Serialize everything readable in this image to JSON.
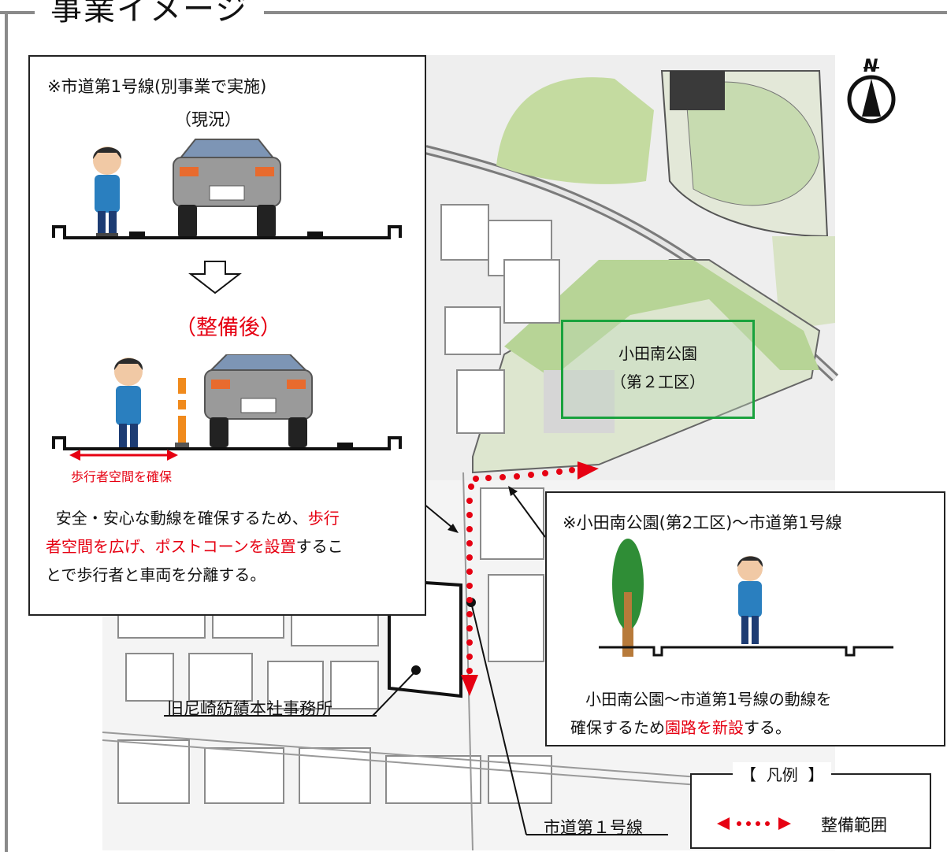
{
  "frame": {
    "title": "事業イメージ"
  },
  "compass": {
    "label": "N"
  },
  "park": {
    "line1": "小田南公園",
    "line2": "（第２工区）"
  },
  "labels": {
    "office": "旧尼崎紡績本社事務所",
    "city_road": "市道第１号線"
  },
  "box_left": {
    "title": "※市道第1号線(別事業で実施)",
    "current": "（現況）",
    "after": "（整備後）",
    "pedestrian_space": "歩行者空間を確保",
    "desc_1": "安全・安心な動線を確保するため、",
    "desc_red_1": "歩行",
    "desc_red_2": "者空間を広げ、ポストコーンを設置",
    "desc_2": "するこ",
    "desc_3": "とで歩行者と車両を分離する。"
  },
  "box_right": {
    "title": "※小田南公園(第2工区)～市道第1号線",
    "desc_1": "小田南公園～市道第1号線の動線を",
    "desc_2": "確保するため",
    "desc_red": "園路を新設",
    "desc_3": "する。"
  },
  "legend": {
    "title_open": "【",
    "title": "凡例",
    "title_close": "】",
    "item": "整備範囲"
  },
  "colors": {
    "highlight": "#e60012",
    "park_border": "#19a23d",
    "frame": "#8a8a8a"
  }
}
